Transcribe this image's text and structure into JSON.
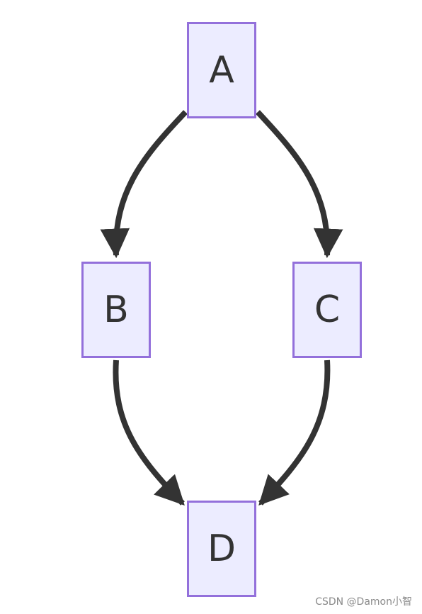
{
  "diagram": {
    "type": "flowchart",
    "direction": "TD",
    "nodes": [
      {
        "id": "A",
        "label": "A"
      },
      {
        "id": "B",
        "label": "B"
      },
      {
        "id": "C",
        "label": "C"
      },
      {
        "id": "D",
        "label": "D"
      }
    ],
    "edges": [
      {
        "from": "A",
        "to": "B"
      },
      {
        "from": "A",
        "to": "C"
      },
      {
        "from": "B",
        "to": "D"
      },
      {
        "from": "C",
        "to": "D"
      }
    ],
    "colors": {
      "node_fill": "#ececff",
      "node_border": "#9370db",
      "edge": "#333333",
      "text": "#333333"
    }
  },
  "watermark": "CSDN @Damon小智"
}
